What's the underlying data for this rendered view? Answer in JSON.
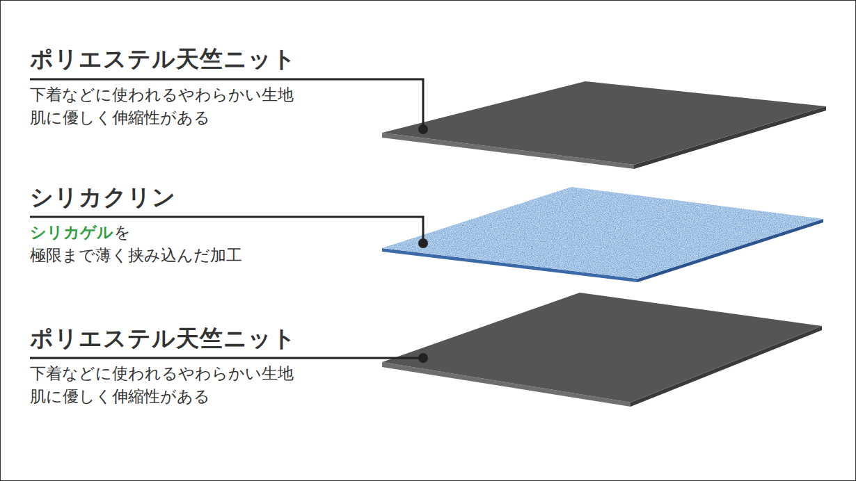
{
  "diagram": {
    "labels": [
      "ポリエステル天竺ニット",
      "下着などに使われるやわらかい生地",
      "肌に優しく伸縮性がある",
      "シリカクリン",
      "シリカゲル",
      "を",
      "極限まで薄く挟み込んだ加工",
      "ポリエステル天竺ニット",
      "下着などに使われるやわらかい生地",
      "肌に優しく伸縮性がある"
    ]
  }
}
